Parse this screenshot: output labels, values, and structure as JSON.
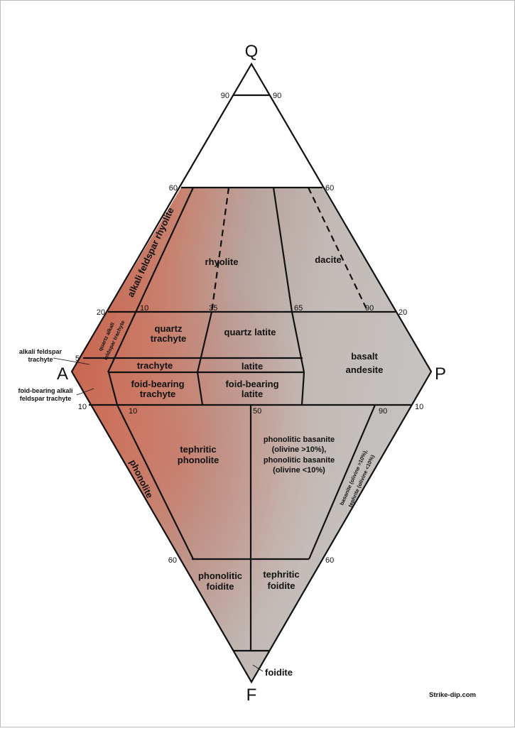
{
  "diagram": {
    "apices": {
      "q": "Q",
      "a": "A",
      "p": "P",
      "f": "F"
    },
    "ticks": {
      "q90_left": "90",
      "q90_right": "90",
      "q60_left": "60",
      "q60_right": "60",
      "q20_left": "20",
      "q20_right": "20",
      "a5": "5",
      "f10_left": "10",
      "f10_right": "10",
      "f60_left": "60",
      "f60_right": "60",
      "t10_upper": "10",
      "t35": "35",
      "t65": "65",
      "t90_upper": "90",
      "t10_lower": "10",
      "t50": "50",
      "t90_lower": "90"
    },
    "fields": {
      "alkali_feldspar_rhyolite": "alkali feldspar rhyolite",
      "rhyolite": "rhyolite",
      "dacite": "dacite",
      "quartz_alkali_1": "quartz alkali",
      "quartz_alkali_2": "feldspar trachyte",
      "quartz_trachyte_1": "quartz",
      "quartz_trachyte_2": "trachyte",
      "quartz_latite": "quartz latite",
      "basalt_andesite_1": "basalt",
      "basalt_andesite_2": "andesite",
      "alkali_feldspar_trachyte_1": "alkali feldspar",
      "alkali_feldspar_trachyte_2": "trachyte",
      "trachyte": "trachyte",
      "latite": "latite",
      "foid_bearing_alkali_1": "foid-bearing alkali",
      "foid_bearing_alkali_2": "feldspar trachyte",
      "foid_bearing_trachyte_1": "foid-bearing",
      "foid_bearing_trachyte_2": "trachyte",
      "foid_bearing_latite_1": "foid-bearing",
      "foid_bearing_latite_2": "latite",
      "phonolite": "phonolite",
      "tephritic_phonolite_1": "tephritic",
      "tephritic_phonolite_2": "phonolite",
      "phonolitic_basanite_1": "phonolitic basanite",
      "phonolitic_basanite_2": "(olivine >10%),",
      "phonolitic_basanite_3": "phonolitic basanite",
      "phonolitic_basanite_4": "(olivine <10%)",
      "basanite_1": "basanite (olivine >10%),",
      "basanite_2": "tephrite (olivine <10%)",
      "phonolitic_foidite_1": "phonolitic",
      "phonolitic_foidite_2": "foidite",
      "tephritic_foidite_1": "tephritic",
      "tephritic_foidite_2": "foidite",
      "foidite": "foidite"
    },
    "watermark": "Strike-dip.com"
  }
}
